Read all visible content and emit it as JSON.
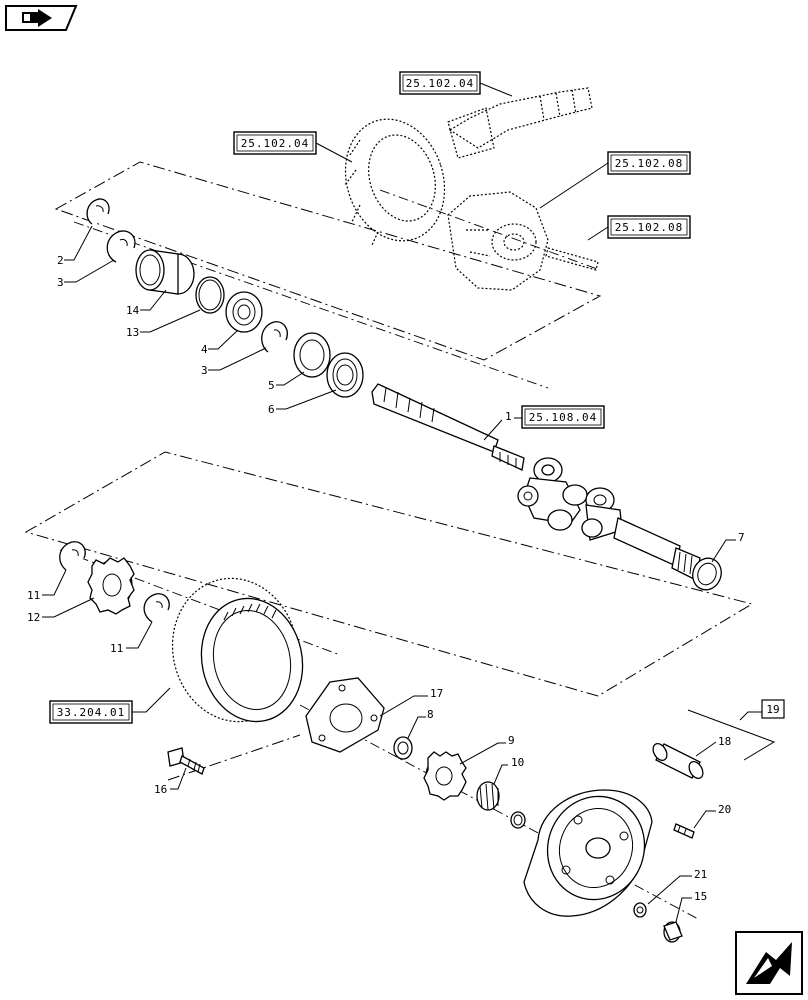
{
  "nav": {
    "top_icon": "book-back-icon",
    "bottom_icon": "next-page-arrow-icon"
  },
  "references": {
    "pinion_shaft": "25.102.04",
    "ring_gear": "25.102.04",
    "diff_case": "25.102.08",
    "diff_pin": "25.102.08",
    "axle_shaft": "25.108.04",
    "planetary_ring": "33.204.01"
  },
  "callouts": {
    "c1": "1",
    "c2": "2",
    "c3a": "3",
    "c3b": "3",
    "c4": "4",
    "c5": "5",
    "c6": "6",
    "c7": "7",
    "c8": "8",
    "c9": "9",
    "c10": "10",
    "c11a": "11",
    "c11b": "11",
    "c12": "12",
    "c13": "13",
    "c14": "14",
    "c15": "15",
    "c16": "16",
    "c17": "17",
    "c18": "18",
    "c19": "19",
    "c20": "20",
    "c21": "21"
  }
}
